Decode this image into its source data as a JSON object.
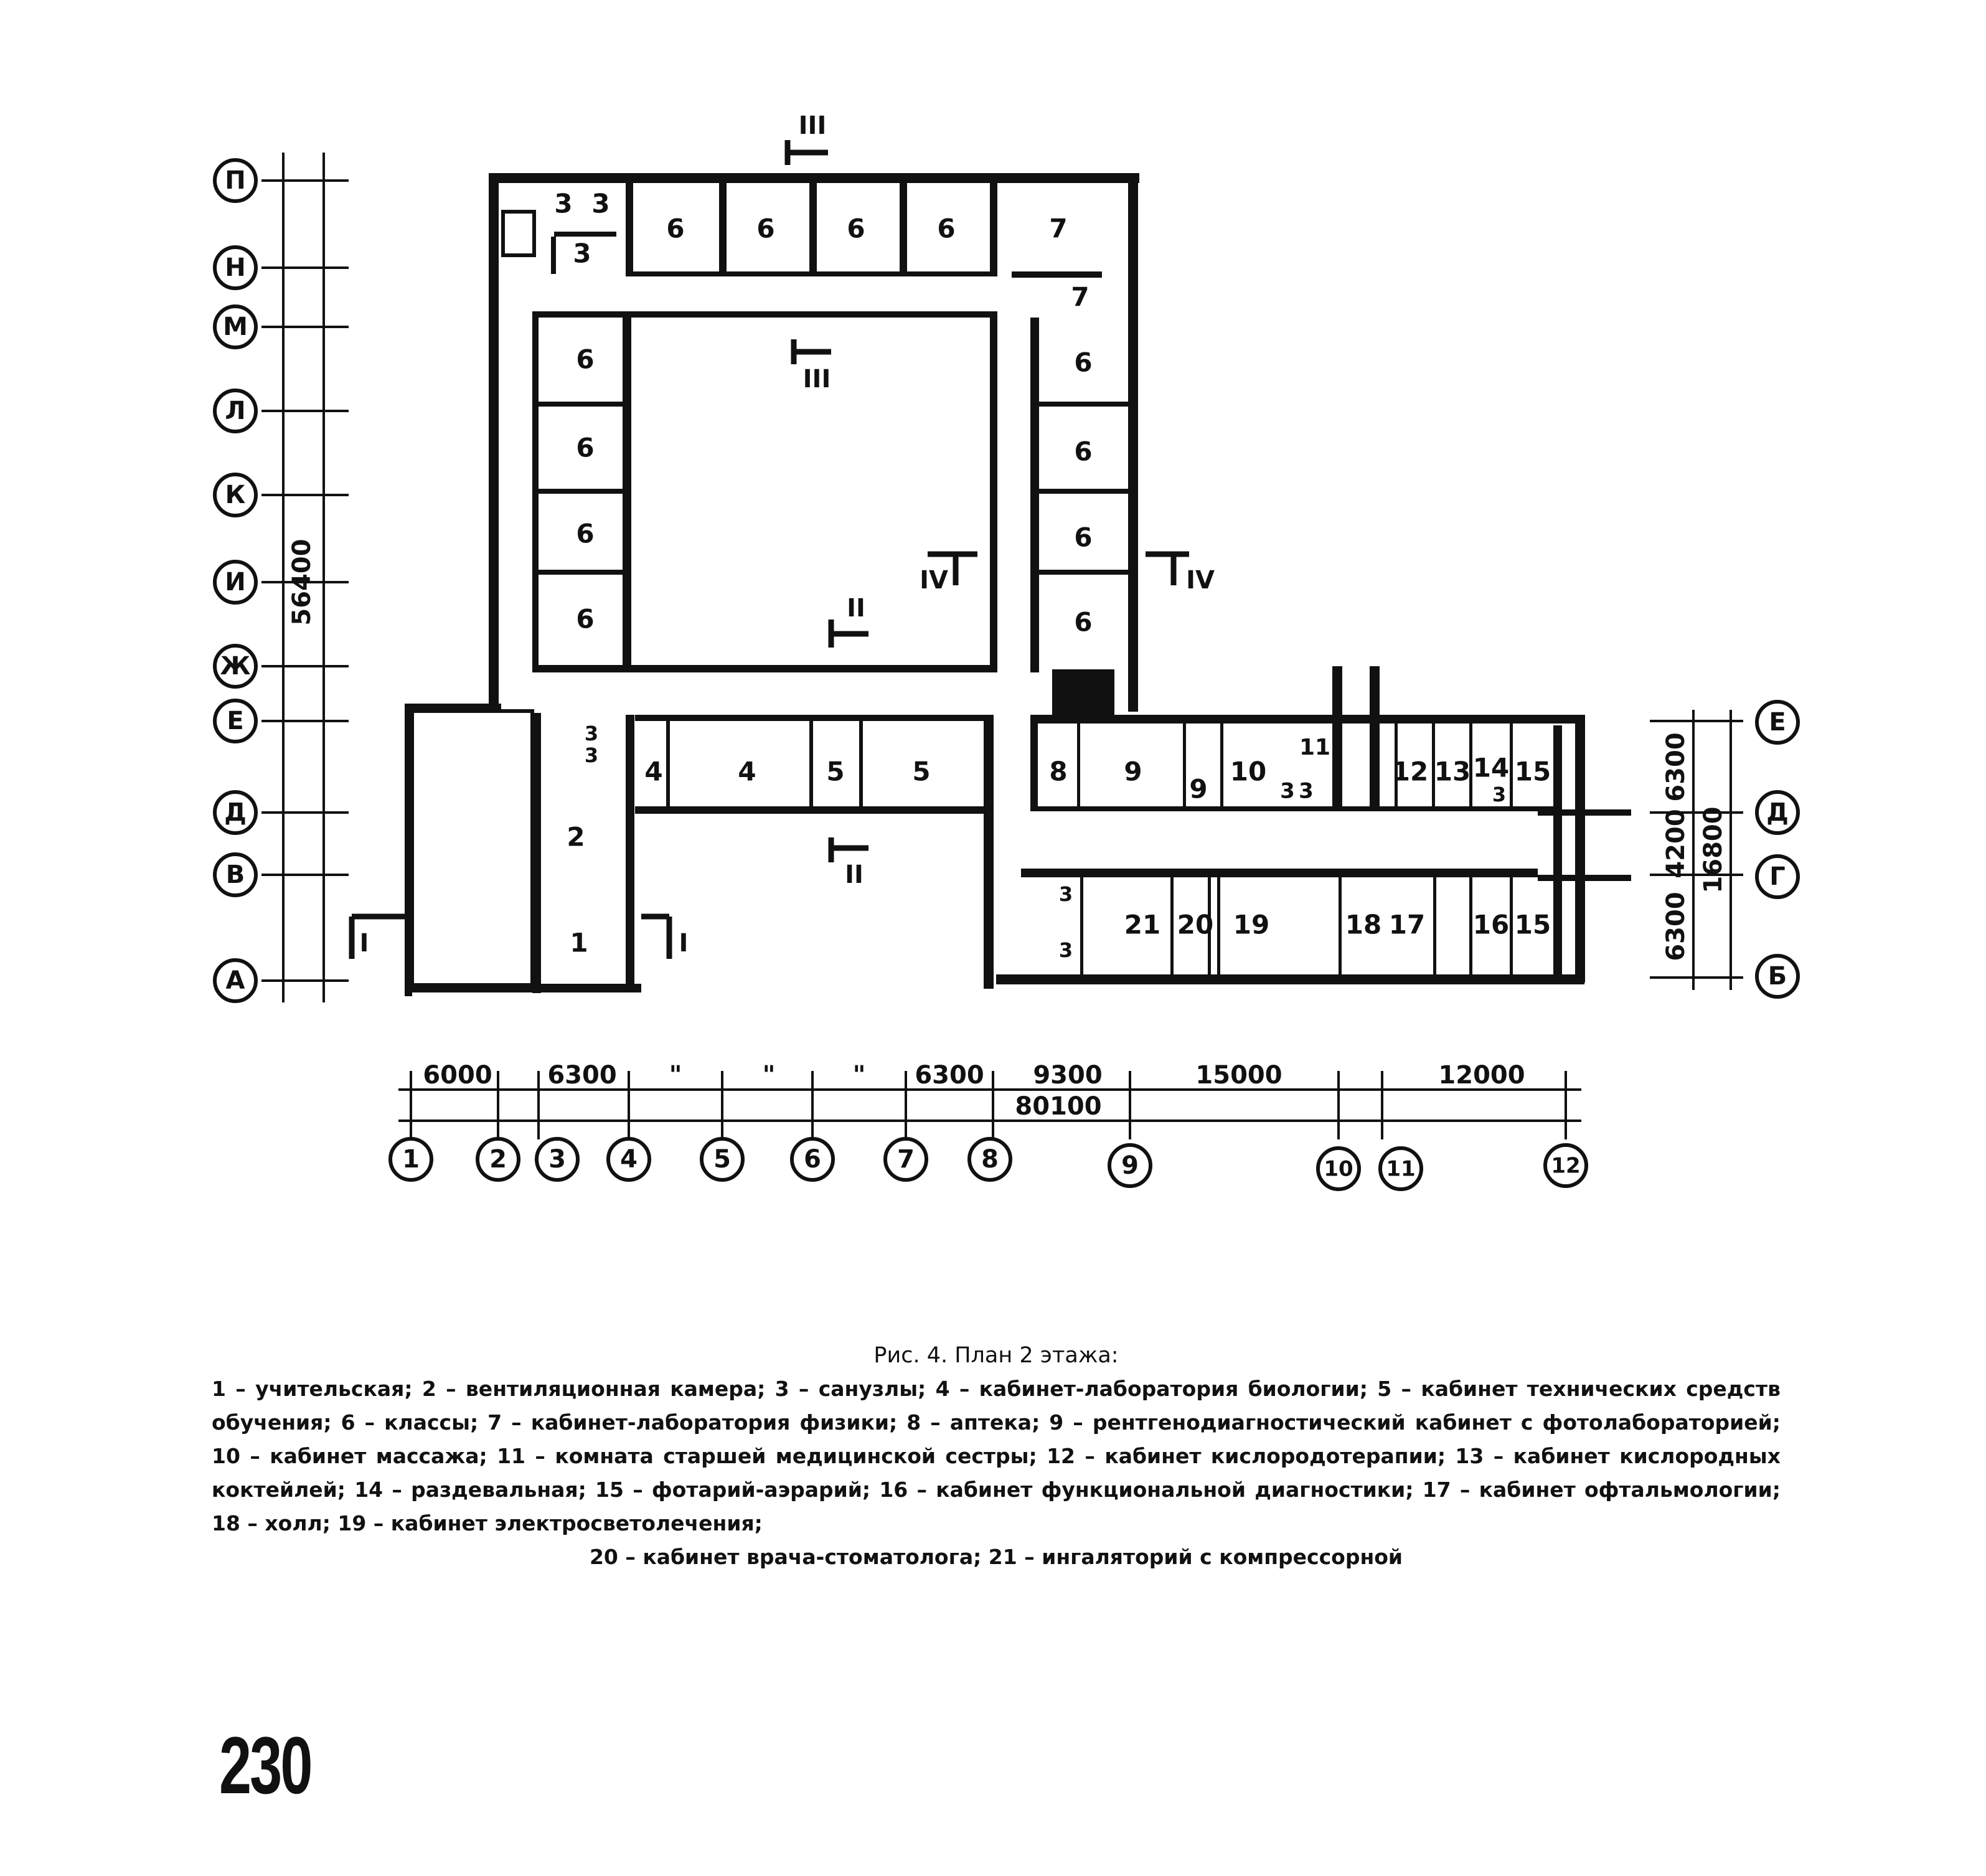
{
  "figure": {
    "caption_title": "Рис. 4. План 2 этажа:",
    "caption_text": "1 – учительская; 2 – вентиляционная камера; 3 – санузлы; 4 – кабинет-лаборатория биологии; 5 – кабинет технических средств обучения; 6 – классы; 7 – кабинет-лаборатория физики; 8 – аптека; 9 – рентгенодиагностический кабинет с фотолабораторией; 10 – кабинет массажа; 11 – комната старшей медицинской сестры; 12 – кабинет кислородотерапии; 13 – кабинет кислородных коктейлей; 14 – раздевальная; 15 – фотарий-аэрарий; 16 – кабинет функциональной диагностики; 17 – кабинет офтальмологии; 18 – холл; 19 – кабинет электросветолечения;",
    "caption_last": "20 – кабинет врача-стоматолога; 21 – ингаляторий с компрессорной"
  },
  "page_number": "230",
  "plan": {
    "row_axes_left": [
      "П",
      "Н",
      "М",
      "Л",
      "К",
      "И",
      "Ж",
      "Е",
      "Д",
      "В",
      "А"
    ],
    "row_axes_right": [
      "Е",
      "Д",
      "Г",
      "Б"
    ],
    "column_axes": [
      "1",
      "2",
      "3",
      "4",
      "5",
      "6",
      "7",
      "8",
      "9",
      "10",
      "11",
      "12"
    ],
    "dimensions": {
      "overall_height": "56400",
      "overall_width": "80100",
      "right_total": "16800",
      "right_segments": [
        "6300",
        "4200",
        "6300"
      ],
      "bottom_segments": [
        "6000",
        "6300",
        "\"",
        "\"",
        "\"",
        "6300",
        "9300",
        "15000",
        "12000"
      ]
    },
    "sections": [
      "I",
      "I",
      "II",
      "II",
      "III",
      "III",
      "IV",
      "IV"
    ],
    "rooms": {
      "r3a": "3",
      "r3b": "3",
      "r3c": "3",
      "r6_top1": "6",
      "r6_top2": "6",
      "r6_top3": "6",
      "r6_top4": "6",
      "r7_top": "7",
      "r7_small": "7",
      "r6_l1": "6",
      "r6_l2": "6",
      "r6_l3": "6",
      "r6_l4": "6",
      "r6_r1": "6",
      "r6_r2": "6",
      "r6_r3": "6",
      "r6_r4": "6",
      "r3_e1": "3",
      "r3_e2": "3",
      "r2": "2",
      "r1": "1",
      "r4a": "4",
      "r4b": "4",
      "r5a": "5",
      "r5b": "5",
      "r8": "8",
      "r9": "9",
      "r9s": "9",
      "r10": "10",
      "r3_10a": "3",
      "r3_10b": "3",
      "r11": "11",
      "r12": "12",
      "r13": "13",
      "r14": "14",
      "r3_14": "3",
      "r15_top": "15",
      "r3_21a": "3",
      "r3_21b": "3",
      "r21": "21",
      "r20": "20",
      "r19": "19",
      "r18": "18",
      "r17": "17",
      "r16": "16",
      "r15_bot": "15"
    }
  }
}
